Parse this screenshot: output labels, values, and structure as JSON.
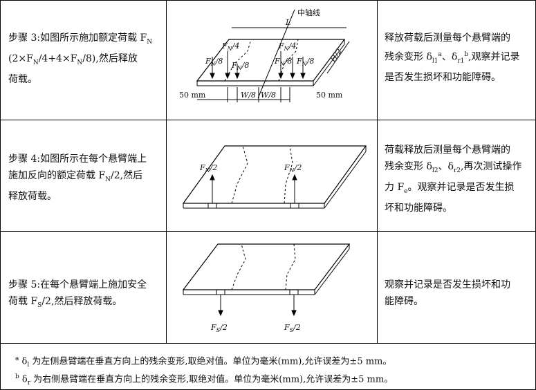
{
  "rows": [
    {
      "step": "步骤 3:如图所示施加额定荷载 F",
      "step_sub": "N",
      "step_line2": "(2×F",
      "step_line2_sub": "N",
      "step_line2_b": "/4+4×F",
      "step_line2_sub2": "N",
      "step_line2_c": "/8),然后释放",
      "step_line3": "荷载。",
      "desc_line1": "释放荷载后测量每个悬臂端的",
      "desc_line2": "残余变形 δ",
      "desc_line2_sub1": "l1",
      "desc_line2_sup1": "a",
      "desc_line2_mid": "、δ",
      "desc_line2_sub2": "r1",
      "desc_line2_sup2": "b",
      "desc_line2_end": ",观察并记录",
      "desc_line3": "是否发生损坏和功能障碍。",
      "figure": {
        "axis_label": "中轴线",
        "L": "L",
        "H2": "H/2",
        "FN4": "F",
        "FN8": "F",
        "FN4_suffix": "/4",
        "FN8_suffix": "/8",
        "N": "N",
        "W8": "W/8",
        "mm50_left": "50 mm",
        "mm50_right": "50 mm"
      }
    },
    {
      "step_line1": "步骤 4:如图所示在每个悬臂端上",
      "step_line2": "施加反向的额定荷载 F",
      "step_line2_sub": "N",
      "step_line2_end": "/2,然后",
      "step_line3": "释放荷载。",
      "desc_line1": "荷载释放后测量每个悬臂端的",
      "desc_line2": "残余变形 δ",
      "desc_line2_sub1": "l2",
      "desc_line2_mid": "、δ",
      "desc_line2_sub2": "r2",
      "desc_line2_end": ",再次测试操作",
      "desc_line3": "力 F",
      "desc_line3_sub": "e",
      "desc_line3_end": "。观察并记录是否发生损",
      "desc_line4": "坏和功能障碍。",
      "figure": {
        "load": "F",
        "load_sub": "N",
        "load_suffix": "/2"
      }
    },
    {
      "step_line1": "步骤 5:在每个悬臂端上施加安全",
      "step_line2": "荷载 F",
      "step_line2_sub": "S",
      "step_line2_end": "/2,然后释放荷载。",
      "desc_line1": "观察并记录是否发生损坏和功",
      "desc_line2": "能障碍。",
      "figure": {
        "load": "F",
        "load_sub": "S",
        "load_suffix": "/2"
      }
    }
  ],
  "footnotes": [
    {
      "mark": "a",
      "sym": "δ",
      "sub": "l",
      "text": " 为左侧悬臂端在垂直方向上的残余变形,取绝对值。单位为毫米(mm),允许误差为±5 mm。"
    },
    {
      "mark": "b",
      "sym": "δ",
      "sub": "r",
      "text": " 为右侧悬臂端在垂直方向上的残余变形,取绝对值。单位为毫米(mm),允许误差为±5 mm。"
    }
  ]
}
